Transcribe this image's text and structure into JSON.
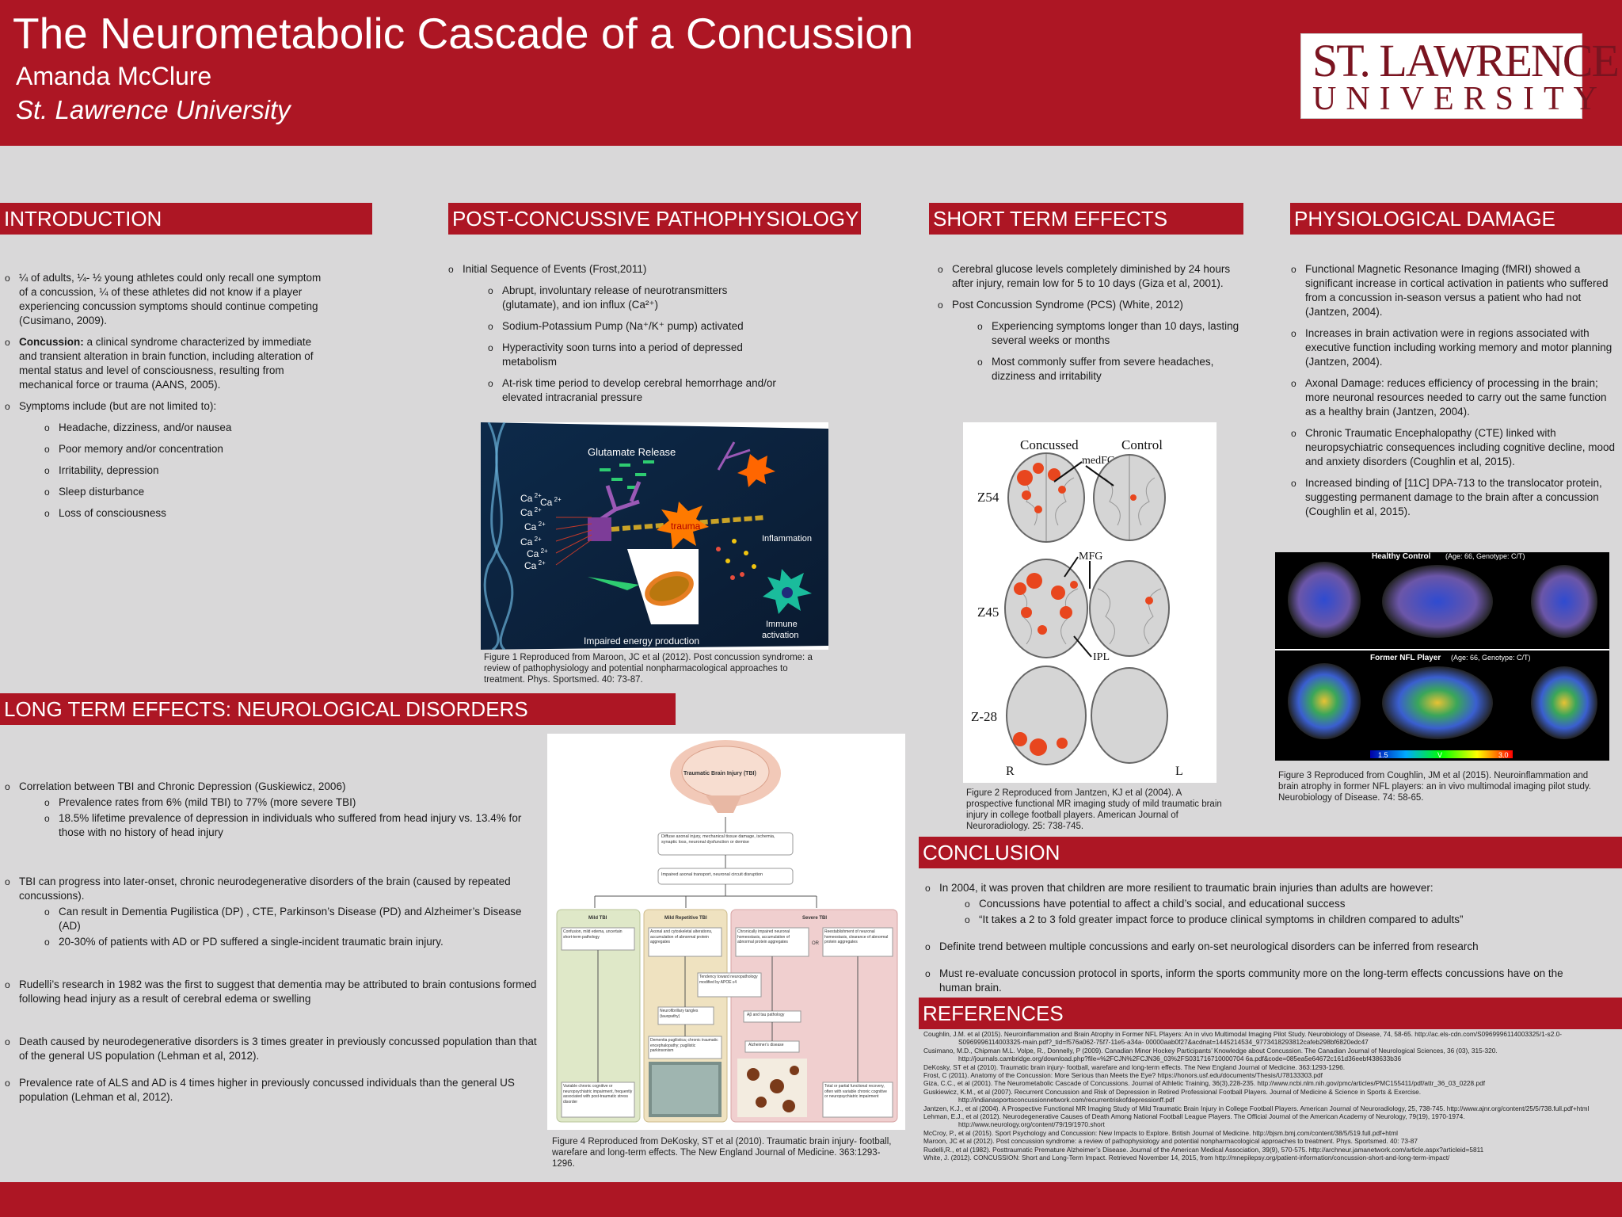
{
  "header": {
    "title": "The Neurometabolic Cascade of a Concussion",
    "author": "Amanda McClure",
    "affiliation": "St. Lawrence University",
    "logo_line1": "ST. LAWRENCE",
    "logo_line2": "UNIVERSITY"
  },
  "sections": {
    "intro": "INTRODUCTION",
    "patho": "POST-CONCUSSIVE PATHOPHYSIOLOGY",
    "short": "SHORT TERM EFFECTS",
    "phys": "PHYSIOLOGICAL DAMAGE",
    "long": "LONG TERM EFFECTS: NEUROLOGICAL DISORDERS",
    "concl": "CONCLUSION",
    "refs": "REFERENCES"
  },
  "intro": {
    "b1": "¼ of adults, ¼- ½ young athletes could only recall one symptom of a concussion, ¼ of these athletes did not know if a player experiencing concussion symptoms should continue competing (Cusimano, 2009).",
    "b2_bold": "Concussion:",
    "b2": " a clinical syndrome characterized by immediate and transient alteration in brain function, including alteration of mental status and level of consciousness, resulting from mechanical force or trauma (AANS, 2005).",
    "b3": "Symptoms include (but are not limited to):",
    "symptoms": [
      "Headache, dizziness, and/or nausea",
      "Poor memory and/or concentration",
      "Irritability, depression",
      "Sleep disturbance",
      "Loss of consciousness"
    ]
  },
  "patho": {
    "b1": "Initial Sequence of Events (Frost,2011)",
    "subs": [
      "Abrupt, involuntary release of neurotransmitters (glutamate), and ion influx (Ca²⁺)",
      "Sodium-Potassium Pump (Na⁺/K⁺ pump) activated",
      "Hyperactivity soon turns into a period of depressed metabolism",
      "At-risk time period to develop cerebral hemorrhage and/or elevated intracranial pressure"
    ],
    "fig_labels": {
      "glutamate": "Glutamate Release",
      "trauma": "trauma",
      "inflammation": "Inflammation",
      "immune1": "Immune",
      "immune2": "activation",
      "energy": "Impaired energy production",
      "ca_ion": "Ca",
      "ca_charge": "2+"
    },
    "caption": "Figure 1 Reproduced from Maroon, JC et al (2012). Post concussion syndrome: a review of pathophysiology and potential nonpharmacological approaches to treatment. Phys. Sportsmed. 40: 73-87."
  },
  "short": {
    "b1": "Cerebral glucose levels completely diminished by 24 hours after injury, remain low for 5 to 10 days (Giza et al, 2001).",
    "b2": "Post Concussion Syndrome (PCS) (White, 2012)",
    "subs": [
      "Experiencing symptoms longer than 10 days, lasting several weeks or months",
      "Most commonly suffer from severe headaches, dizziness and irritability"
    ],
    "fig_labels": {
      "concussed": "Concussed",
      "control": "Control",
      "medfg": "medFG",
      "mfg": "MFG",
      "ipl": "IPL",
      "z54": "Z54",
      "z45": "Z45",
      "z28": "Z-28",
      "r": "R",
      "l": "L"
    },
    "caption": "Figure 2 Reproduced from Jantzen, KJ et al (2004). A prospective functional MR imaging study of mild traumatic brain injury in college football players. American Journal of Neuroradiology. 25: 738-745."
  },
  "phys": {
    "bullets": [
      "Functional Magnetic Resonance Imaging (fMRI) showed a significant increase in cortical activation in patients who suffered from a concussion in-season versus a patient who had not (Jantzen, 2004).",
      "Increases in brain activation were in regions associated with executive function including working memory and motor planning (Jantzen, 2004).",
      "Axonal Damage: reduces efficiency of processing in the brain; more neuronal resources needed to carry out the same function as a healthy brain (Jantzen, 2004).",
      "Chronic Traumatic Encephalopathy (CTE) linked with neuropsychiatric consequences including cognitive decline, mood and anxiety disorders (Coughlin et al, 2015).",
      "Increased binding of [11C] DPA-713 to the translocator protein, suggesting permanent damage to the brain after a concussion (Coughlin et al, 2015)."
    ],
    "fig_labels": {
      "healthy": "Healthy Control",
      "healthy_meta": "(Age: 66, Genotype: C/T)",
      "nfl": "Former NFL Player",
      "nfl_meta": "(Age: 66, Genotype: C/T)",
      "scale_min": "1.5",
      "scale_mid": "V",
      "scale_max": "3.0"
    },
    "caption": "Figure 3 Reproduced from Coughlin, JM et al (2015). Neuroinflammation and brain atrophy in former NFL players: an in vivo multimodal imaging pilot study. Neurobiology of Disease. 74: 58-65."
  },
  "long": {
    "b1": "Correlation between TBI and Chronic Depression (Guskiewicz, 2006)",
    "b1_subs": [
      "Prevalence rates from 6% (mild TBI) to 77% (more severe TBI)",
      "18.5% lifetime prevalence of depression in individuals who suffered from head injury vs. 13.4% for those with no history of head injury"
    ],
    "b2": "TBI can progress into later-onset, chronic neurodegenerative disorders of the brain (caused by repeated concussions).",
    "b2_subs": [
      "Can result in Dementia Pugilistica (DP) , CTE, Parkinson’s Disease (PD) and Alzheimer’s Disease (AD)",
      "20-30% of patients with AD or PD suffered a single-incident traumatic brain injury."
    ],
    "b3": "Rudelli’s research in 1982 was the first to suggest that dementia may be attributed to brain contusions formed following head injury as a result of cerebral edema or swelling",
    "b4": "Death caused by neurodegenerative disorders is 3 times greater in previously concussed population than that of the general US population (Lehman et al, 2012).",
    "b5": "Prevalence rate of ALS and AD is 4 times higher in previously concussed individuals than the general US population (Lehman et al, 2012).",
    "fig_labels": {
      "tbi": "Traumatic Brain Injury (TBI)",
      "box1": "Diffuse axonal injury, mechanical tissue damage, ischemia, synaptic loss, neuronal dysfunction or demise",
      "box2": "Impaired axonal transport, neuronal circuit disruption",
      "mild": "Mild TBI",
      "rep": "Mild Repetitive TBI",
      "severe": "Severe TBI",
      "m1": "Confusion, mild edema, uncertain short-term pathology",
      "r1": "Axonal and cytoskeletal alterations, accumulation of abnormal protein aggregates",
      "s1": "Chronically impaired neuronal homeostasis, accumulation of abnormal protein aggregates",
      "s2": "Reestablishment of neuronal homeostasis, clearance of abnormal protein aggregates",
      "or": "OR",
      "apoe": "Tendency toward neuropathology modified by APOE ε4",
      "tangles": "Neurofibrillary tangles (tauopathy)",
      "abeta": "Aβ and tau pathology",
      "dementia": "Dementia pugilistica; chronic traumatic encephalopathy; pugilistic parkinsonism",
      "alz": "Alzheimer’s disease",
      "mild_out": "Variable chronic cognitive or neuropsychiatric impairment, frequently associated with post-traumatic stress disorder",
      "sev_out": "Total or partial functional recovery, often with variable chronic cognitive or neuropsychiatric impairment"
    },
    "caption": "Figure 4 Reproduced from DeKosky, ST et al (2010). Traumatic brain injury- football, warefare and long-term effects. The New England Journal of Medicine. 363:1293-1296."
  },
  "conclusion": {
    "b1": "In 2004, it was proven that children are more resilient to traumatic brain injuries than adults are however:",
    "b1_subs": [
      "Concussions have potential to affect a child’s social, and educational success",
      "“It takes a 2 to 3 fold greater impact force to produce clinical symptoms in children compared to adults”"
    ],
    "b2": "Definite trend between multiple concussions and early on-set neurological disorders can be inferred from research",
    "b3": "Must re-evaluate concussion protocol in sports, inform the sports community more on the long-term effects concussions have on the human brain."
  },
  "references": [
    "Coughlin, J.M. et al (2015). Neuroinflammation and Brain Atrophy in Former NFL Players: An in vivo Multimodal Imaging Pilot Study. Neurobiology of Disease, 74, 58-65. http://ac.els-cdn.com/S0969996114003325/1-s2.0-S0969996114003325-main.pdf?_tid=f576a062-75f7-11e5-a34a- 00000aab0f27&acdnat=1445214534_9773418293812cafeb298bf6820edc47",
    "Cusimano, M.D., Chipman M.L. Volpe, R., Donnelly, P (2009). Canadian Minor Hockey Participants’ Knowledge about Concussion. The Canadian Journal of Neurological Sciences, 36 (03), 315-320. http://journals.cambridge.org/download.php?file=%2FCJN%2FCJN36_03%2FS031716710000704 6a.pdf&code=085ea5e64672c161d36eebf438633b36",
    "DeKosky, ST et al (2010). Traumatic brain injury- football, warefare and long-term effects. The New England Journal of Medicine. 363:1293-1296.",
    "Frost, C (2011). Anatomy of the Concussion: More Serious than Meets the Eye? https://honors.usf.edu/documents/Thesis/U78133303.pdf",
    "Giza, C.C., et al (2001). The Neurometabolic Cascade of Concussions. Journal of Athletic Training, 36(3),228-235. http://www.ncbi.nlm.nih.gov/pmc/articles/PMC155411/pdf/attr_36_03_0228.pdf",
    "Guskiewicz, K.M., et al (2007). Recurrent Concussion and Risk of Depression in Retired Professional Football Players. Journal of Medicine & Science in Sports & Exercise. http://indianasportsconcussionnetwork.com/recurrentriskofdepressionff.pdf",
    "Jantzen, K.J., et al (2004). A Prospective Functional MR Imaging Study of Mild Traumatic Brain Injury in College Football Players. American Journal of Neuroradiology, 25, 738-745. http://www.ajnr.org/content/25/5/738.full.pdf+html",
    "Lehman, E.J., et al (2012). Neurodegenerative Causes of Death Among National Football League Players. The Official Journal of the American Academy of Neurology, 79(19), 1970-1974. http://www.neurology.org/content/79/19/1970.short",
    "McCroy, P., et al (2015). Sport Psychology and Concussion: New Impacts to Explore. British Journal of Medicine. http://bjsm.bmj.com/content/38/5/519.full.pdf+html",
    "Maroon, JC et al (2012). Post concussion syndrome: a review of pathophysiology and potential nonpharmacological approaches to treatment. Phys. Sportsmed. 40: 73-87",
    "Rudelli,R., et al (1982). Posttraumatic Premature Alzheimer’s Disease. Journal of the American Medical Association, 39(9), 570-575. http://archneur.jamanetwork.com/article.aspx?articleid=5811",
    "White, J. (2012). CONCUSSION: Short and Long-Term Impact. Retrieved November 14, 2015, from http://mnepilepsy.org/patient-information/concussion-short-and-long-term-impact/"
  ],
  "colors": {
    "accent": "#ad1624",
    "background": "#d9d8d9",
    "logo": "#7a1420"
  }
}
